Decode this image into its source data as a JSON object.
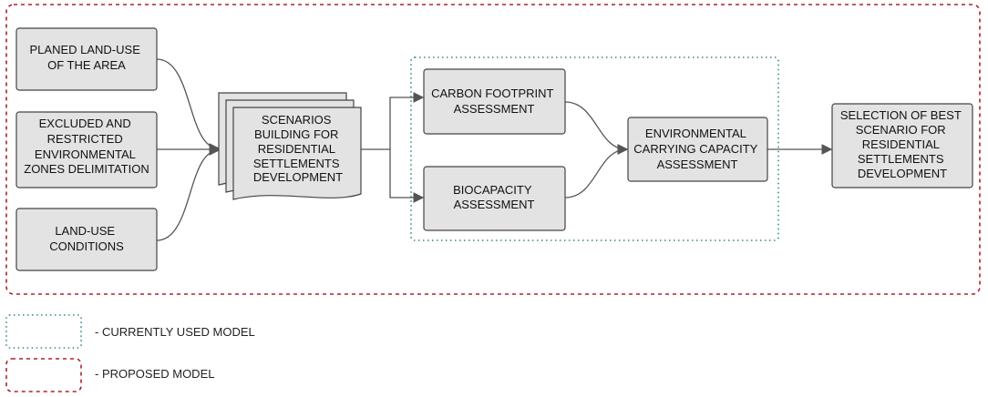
{
  "colors": {
    "box_fill": "#e3e3e3",
    "box_stroke": "#444444",
    "arrow": "#555555",
    "current_model_border": "#2f8a8a",
    "proposed_model_border": "#b0212b"
  },
  "nodes": {
    "planned_land_use": [
      "PLANED LAND-USE",
      "OF THE AREA"
    ],
    "excluded_zones": [
      "EXCLUDED AND",
      "RESTRICTED",
      "ENVIRONMENTAL",
      "ZONES DELIMITATION"
    ],
    "land_use_conditions": [
      "LAND-USE",
      "CONDITIONS"
    ],
    "scenarios_building": [
      "SCENARIOS",
      "BUILDING FOR",
      "RESIDENTIAL",
      "SETTLEMENTS",
      "DEVELOPMENT"
    ],
    "carbon_footprint": [
      "CARBON FOOTPRINT",
      "ASSESSMENT"
    ],
    "biocapacity": [
      "BIOCAPACITY",
      "ASSESSMENT"
    ],
    "carrying_capacity": [
      "ENVIRONMENTAL",
      "CARRYING CAPACITY",
      "ASSESSMENT"
    ],
    "best_scenario": [
      "SELECTION OF BEST",
      "SCENARIO FOR",
      "RESIDENTIAL",
      "SETTLEMENTS",
      "DEVELOPMENT"
    ]
  },
  "legend": {
    "current": "- CURRENTLY USED MODEL",
    "proposed": "- PROPOSED MODEL"
  }
}
